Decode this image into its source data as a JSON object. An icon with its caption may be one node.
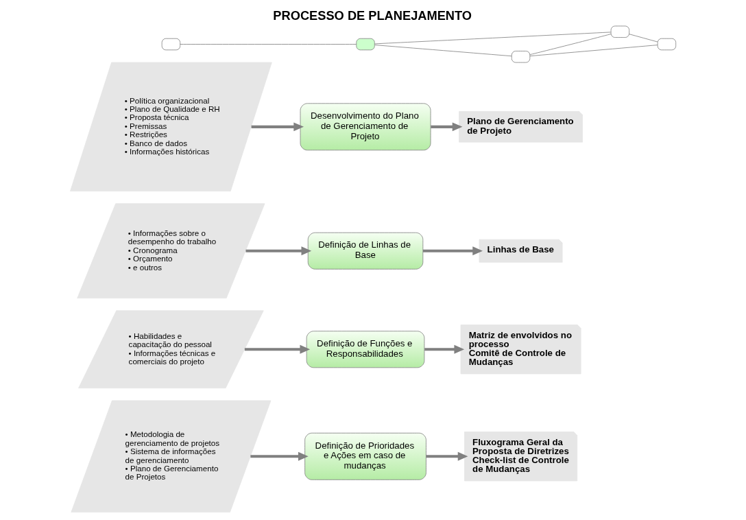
{
  "diagram": {
    "title": "PROCESSO DE PLANEJAMENTO",
    "nodes": [
      {
        "text": [],
        "shape": "box"
      },
      {
        "text": [],
        "shape": "box"
      },
      {
        "text": [],
        "shape": "box"
      },
      {
        "text": [],
        "shape": "box"
      },
      {
        "text": [],
        "shape": "box"
      },
      {
        "text": [
          "• Política organizacional",
          "• Plano de Qualidade e RH",
          "• Proposta técnica",
          "• Premissas",
          "• Restrições",
          "• Banco de dados",
          "• Informações históricas"
        ]
      },
      {
        "text": [
          "Desenvolvimento do Plano de Gerenciamento de Projeto"
        ]
      },
      {
        "text": [
          "Plano de Gerenciamento de Projeto"
        ]
      },
      {
        "text": [
          "• Informações sobre o desempenho do trabalho",
          "• Cronograma",
          "• Orçamento",
          "• e outros"
        ]
      },
      {
        "text": [
          "Definição de Linhas de Base"
        ]
      },
      {
        "text": [
          "Linhas de Base"
        ]
      },
      {
        "text": [
          "• Habilidades e capacitação do pessoal",
          "• Informações técnicas e comerciais do projeto"
        ]
      },
      {
        "text": [
          "Definição de Funções e Responsabilidades"
        ]
      },
      {
        "text": [
          "Matriz de envolvidos no processo",
          "Comitê de Controle de Mudanças"
        ]
      },
      {
        "text": [
          "• Metodologia de gerenciamento de projetos",
          "• Sistema de informações de gerenciamento",
          "• Plano de Gerenciamento de Projetos"
        ]
      },
      {
        "text": [
          "Definição de Prioridades e Ações em caso de mudanças"
        ]
      },
      {
        "text": [
          "Fluxograma Geral da Proposta de Diretrizes",
          "Check-list de Controle de Mudanças"
        ]
      }
    ],
    "edges": [
      {
        "from": 0,
        "to": 1,
        "arrow": "none"
      },
      {
        "from": 1,
        "to": 2,
        "arrow": "none"
      },
      {
        "from": 1,
        "to": 3,
        "arrow": "none"
      },
      {
        "from": 2,
        "to": 3,
        "arrow": "none"
      },
      {
        "from": 2,
        "to": 4,
        "arrow": "none"
      },
      {
        "from": 3,
        "to": 4,
        "arrow": "none"
      },
      {
        "from": 5,
        "to": 6,
        "arrow": "to"
      },
      {
        "from": 6,
        "to": 7,
        "arrow": "to"
      },
      {
        "from": 8,
        "to": 9,
        "arrow": "to"
      },
      {
        "from": 9,
        "to": 10,
        "arrow": "to"
      },
      {
        "from": 11,
        "to": 12,
        "arrow": "to"
      },
      {
        "from": 12,
        "to": 13,
        "arrow": "to"
      },
      {
        "from": 14,
        "to": 15,
        "arrow": "to"
      },
      {
        "from": 15,
        "to": 16,
        "arrow": "to"
      }
    ]
  }
}
